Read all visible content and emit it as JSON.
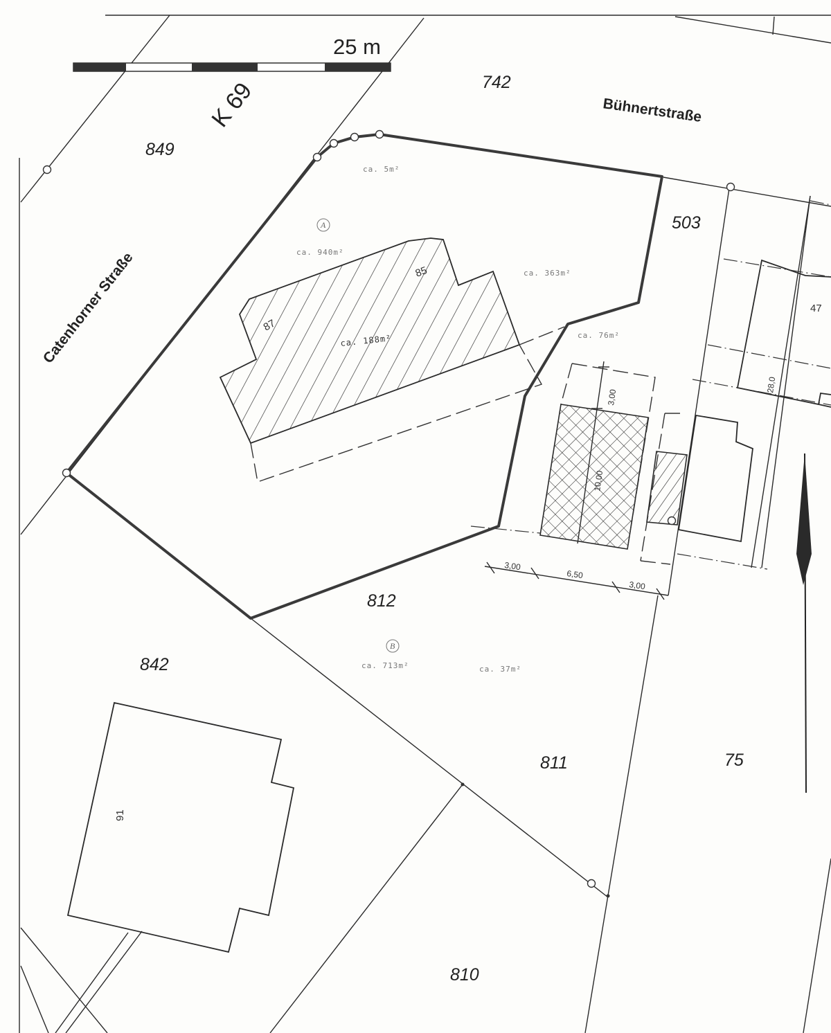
{
  "scale_bar": {
    "label": "25 m"
  },
  "streets": {
    "k69": "K 69",
    "buehnertstrasse": "Bühnertstraße",
    "catenhorner": "Catenhorner Straße"
  },
  "parcels": {
    "p742": "742",
    "p849": "849",
    "p503": "503",
    "p812": "812",
    "p842": "842",
    "p811": "811",
    "p75": "75",
    "p810": "810"
  },
  "house_numbers": {
    "h85": "85",
    "h87": "87",
    "h47": "47",
    "h91": "91"
  },
  "area_labels": {
    "a5": "ca. 5m²",
    "a940": "ca. 940m²",
    "a363": "ca. 363m²",
    "a188": "ca. 188m²",
    "a76": "ca. 76m²",
    "a713": "ca. 713m²",
    "a37": "ca. 37m²"
  },
  "circle_markers": {
    "a": "A",
    "b": "B"
  },
  "dimensions": {
    "d300_top": "3,00",
    "d1000": "10,00",
    "d300_left": "3,00",
    "d650": "6,50",
    "d300_right": "3,00",
    "d280": "28,0"
  },
  "icons": {
    "north_arrow": "north-arrow-icon"
  }
}
